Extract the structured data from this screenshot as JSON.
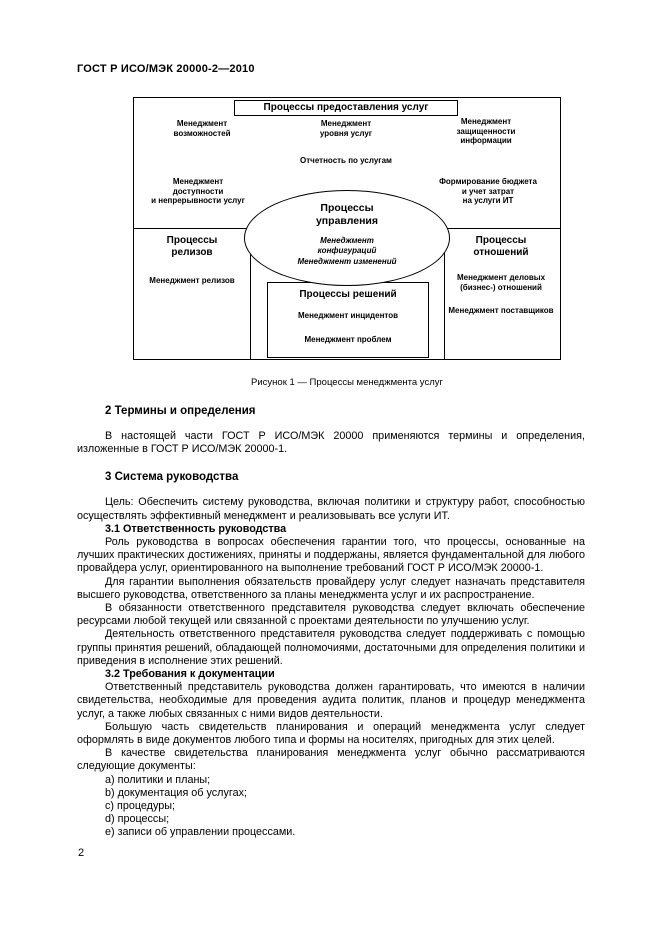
{
  "doc": {
    "header": "ГОСТ Р ИСО/МЭК 20000-2—2010",
    "page_number": "2"
  },
  "fig": {
    "caption": "Рисунок 1 — Процессы менеджмента услуг",
    "delivery_title": "Процессы предоставления услуг",
    "capacity": "Менеджмент\nвозможностей",
    "service_level": "Менеджмент\nуровня услуг",
    "security": "Менеджмент\nзащищенности\nинформации",
    "reporting": "Отчетность по услугам",
    "availability": "Менеджмент\nдоступности\nи непрерывности услуг",
    "budgeting": "Формирование бюджета\nи учет затрат\nна услуги ИТ",
    "control_title": "Процессы\nуправления",
    "control_item1": "Менеджмент\nконфигураций",
    "control_item2": "Менеджмент изменений",
    "release_title": "Процессы\nрелизов",
    "release_item": "Менеджмент релизов",
    "relationship_title": "Процессы\nотношений",
    "relationship_item1": "Менеджмент деловых\n(бизнес-) отношений",
    "relationship_item2": "Менеджмент поставщиков",
    "resolution_title": "Процессы решений",
    "resolution_item1": "Менеджмент инцидентов",
    "resolution_item2": "Менеджмент проблем"
  },
  "sec2": {
    "heading": "2 Термины и определения",
    "p1": "В настоящей части ГОСТ Р ИСО/МЭК 20000 применяются термины и определения, изложенные в ГОСТ Р ИСО/МЭК 20000-1."
  },
  "sec3": {
    "heading": "3 Система руководства",
    "goal": "Цель: Обеспечить систему руководства, включая политики и структуру работ, способностью осуществлять эффективный менеджмент и реализовывать все услуги ИТ."
  },
  "sec31": {
    "heading": "3.1 Ответственность руководства",
    "p1": "Роль руководства в вопросах обеспечения гарантии того, что процессы, основанные на лучших практических достижениях, приняты и поддержаны, является фундаментальной для любого провайдера услуг, ориентированного на выполнение требований ГОСТ Р ИСО/МЭК 20000-1.",
    "p2": "Для гарантии выполнения обязательств провайдеру услуг следует назначать представителя высшего руководства, ответственного за планы менеджмента услуг и их распространение.",
    "p3": "В обязанности ответственного представителя руководства следует включать обеспечение ресурсами любой текущей или связанной с проектами деятельности по улучшению услуг.",
    "p4": "Деятельность ответственного представителя руководства следует поддерживать с помощью группы принятия решений, обладающей полномочиями, достаточными для определения политики и приведения в исполнение этих решений."
  },
  "sec32": {
    "heading": "3.2 Требования к документации",
    "p1": "Ответственный представитель руководства должен гарантировать, что имеются в наличии свидетельства, необходимые для проведения аудита политик, планов и процедур менеджмента услуг, а также любых связанных с ними видов деятельности.",
    "p2": "Большую часть свидетельств планирования и операций менеджмента услуг следует оформлять в виде документов любого типа и формы на носителях, пригодных для этих целей.",
    "p3": "В качестве свидетельства планирования менеджмента услуг обычно рассматриваются следующие документы:",
    "items": [
      "a) политики и планы;",
      "b) документация об услугах;",
      "c) процедуры;",
      "d) процессы;",
      "e) записи об управлении процессами."
    ]
  }
}
